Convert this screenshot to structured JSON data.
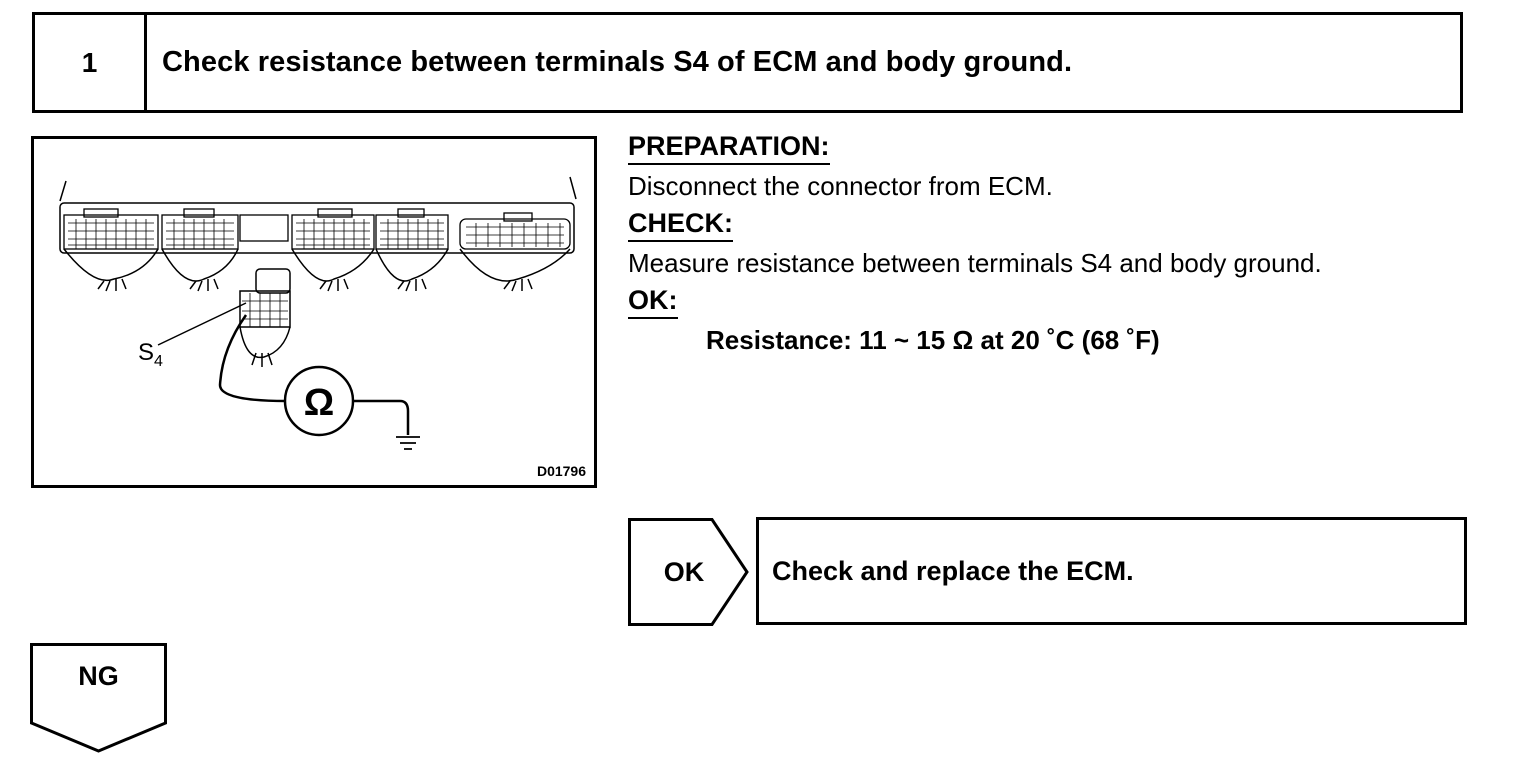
{
  "step": {
    "number": "1",
    "title": "Check resistance between terminals S4 of ECM and body ground."
  },
  "diagram": {
    "code": "D01796",
    "terminal_label": "S",
    "terminal_subscript": "4",
    "meter_symbol": "Ω",
    "icons": [
      "ecm-connector-icon",
      "ohmmeter-icon",
      "ground-symbol-icon"
    ]
  },
  "instructions": {
    "preparation_heading": "PREPARATION:",
    "preparation_text": "Disconnect the connector from ECM.",
    "check_heading": "CHECK:",
    "check_text": "Measure resistance between terminals S4 and body ground.",
    "ok_heading": "OK:",
    "ok_spec": "Resistance: 11 ~ 15 Ω at 20 ˚C (68 ˚F)"
  },
  "ok_branch": {
    "label": "OK",
    "action": "Check and replace the ECM."
  },
  "ng_branch": {
    "label": "NG"
  }
}
